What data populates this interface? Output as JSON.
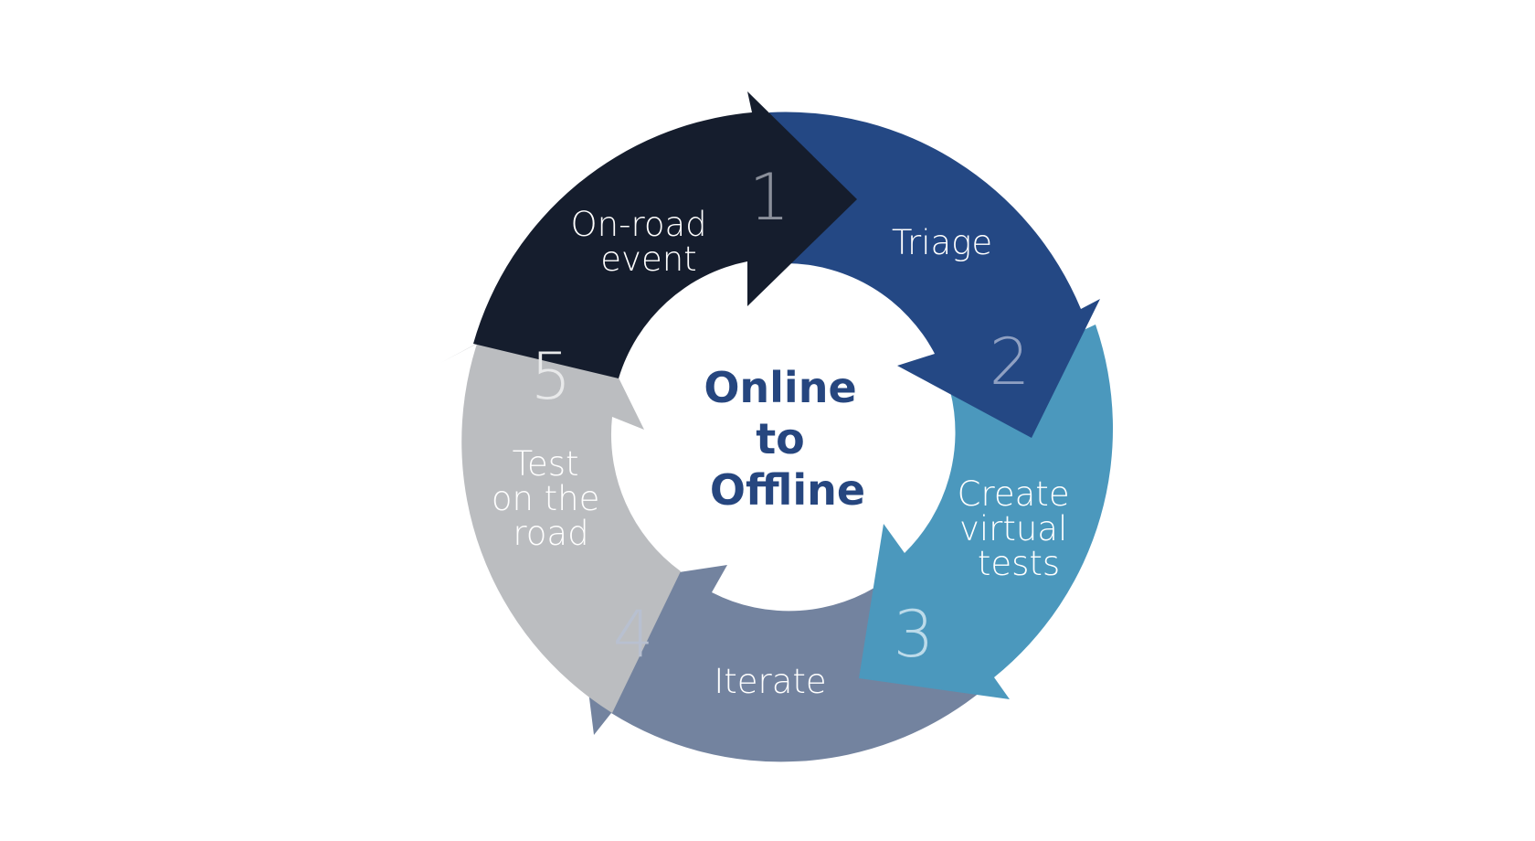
{
  "center": {
    "lines": [
      "Online",
      "to",
      "Offline"
    ],
    "color": "#26467f"
  },
  "steps": [
    {
      "number": "1",
      "label_lines": [
        "On-road",
        "event"
      ],
      "color": "#151d2d",
      "number_color": "#8a8f9a"
    },
    {
      "number": "2",
      "label_lines": [
        "Triage"
      ],
      "color": "#244884",
      "number_color": "#8fa0c2"
    },
    {
      "number": "3",
      "label_lines": [
        "Create",
        "virtual",
        "tests"
      ],
      "color": "#4b98bd",
      "number_color": "#bcdbea"
    },
    {
      "number": "4",
      "label_lines": [
        "Iterate"
      ],
      "color": "#73839f",
      "number_color": "#b8c0d0"
    },
    {
      "number": "5",
      "label_lines": [
        "Test",
        "on the",
        "road"
      ],
      "color": "#bbbdc0",
      "number_color": "#e8e9ea"
    }
  ]
}
